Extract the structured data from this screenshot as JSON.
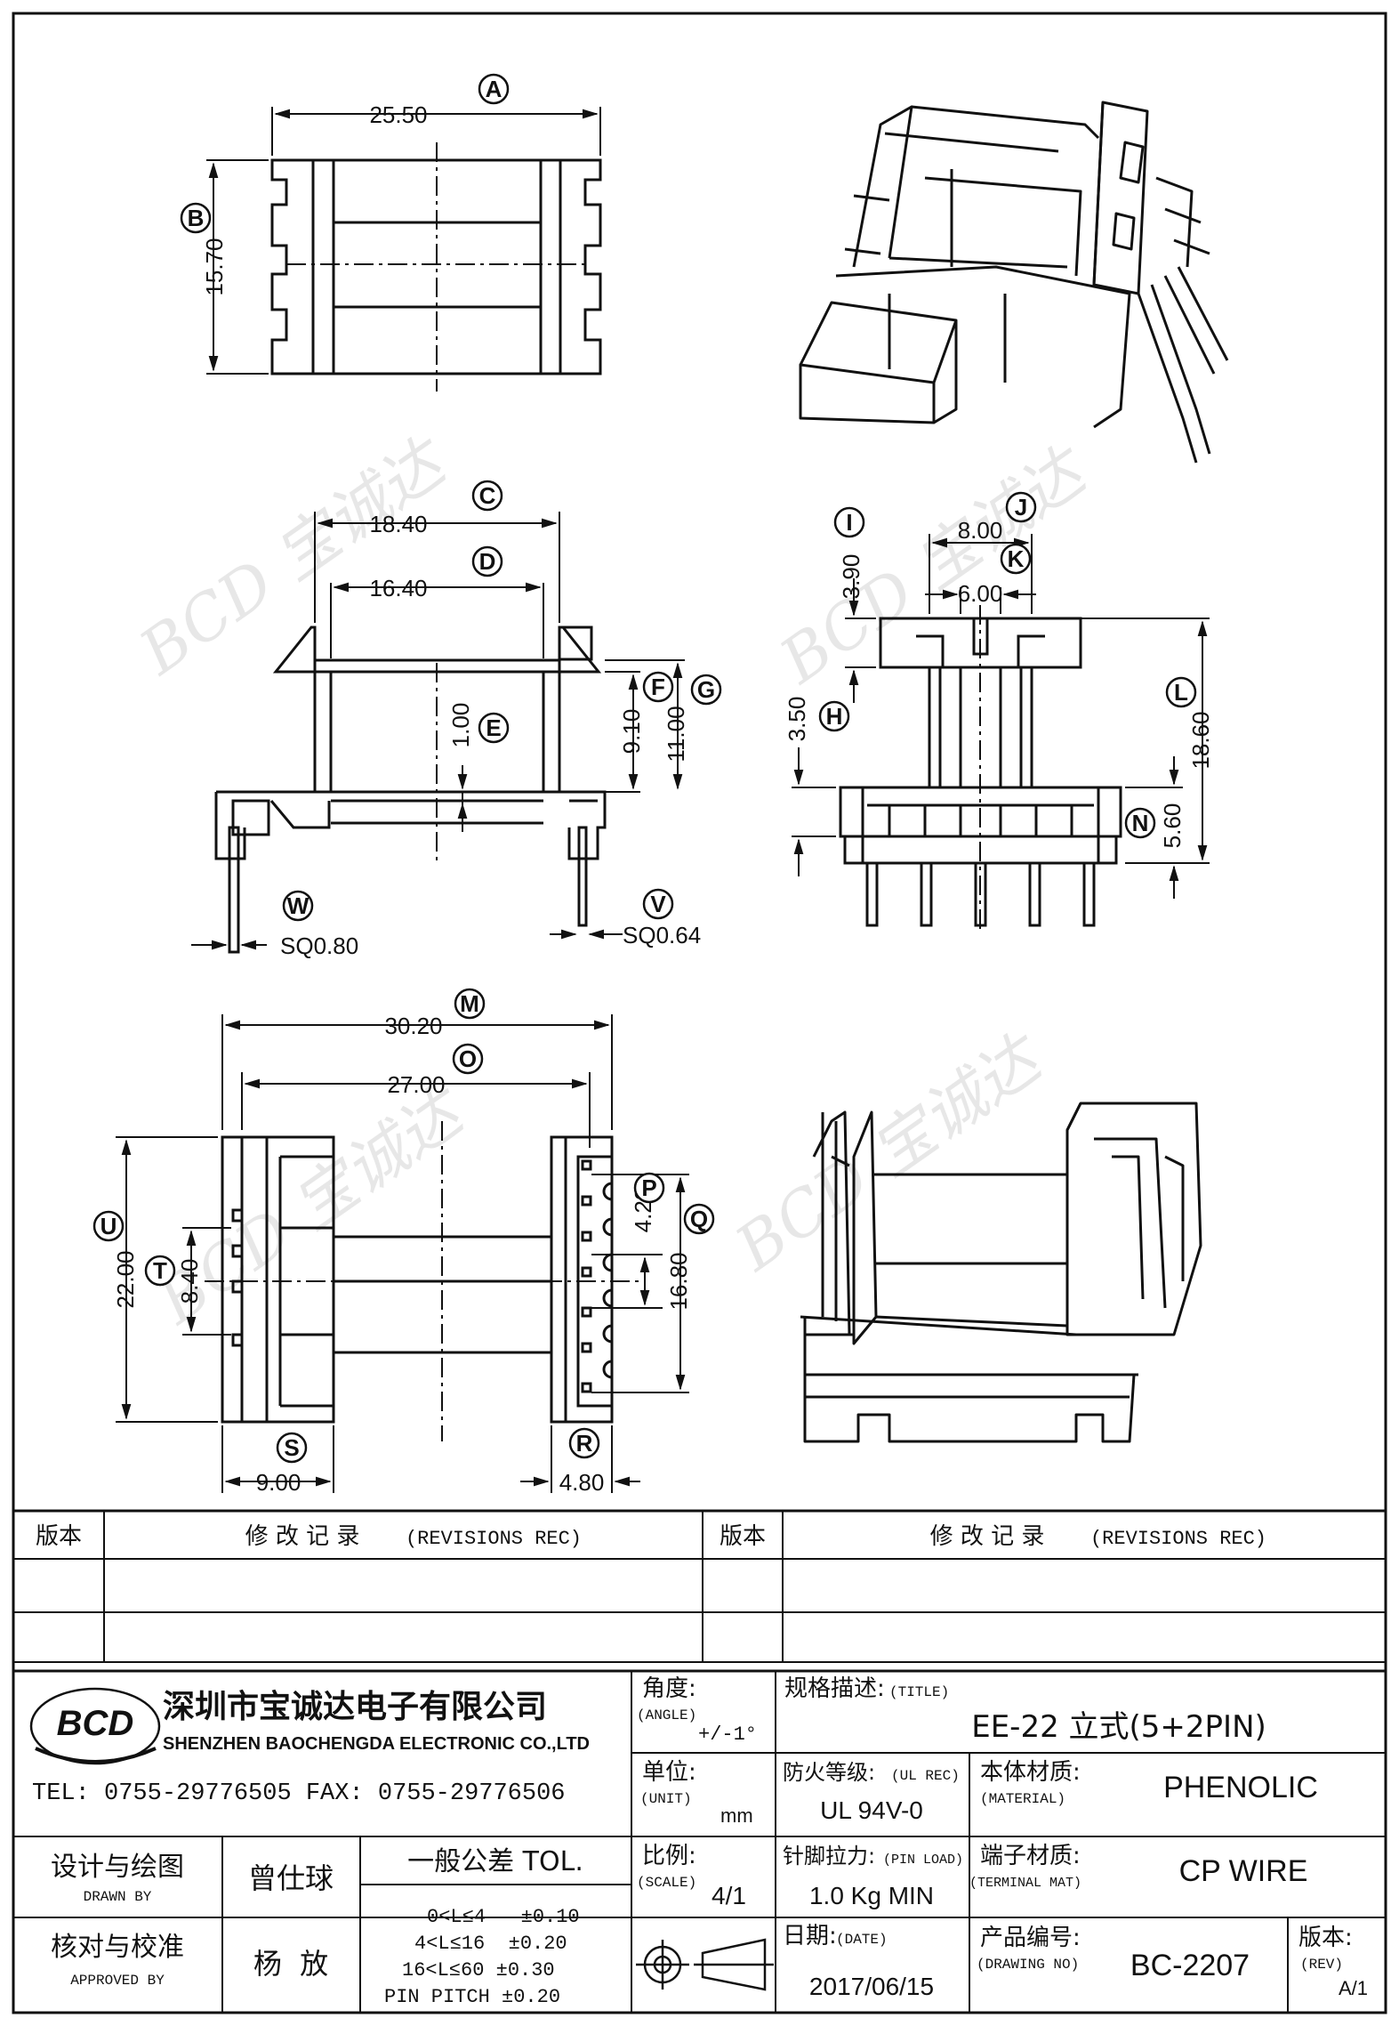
{
  "dims": {
    "A": "25.50",
    "B": "15.70",
    "C": "18.40",
    "D": "16.40",
    "E": "1.00",
    "F": "9.10",
    "G": "11.00",
    "H": "3.50",
    "I": "3.90",
    "J": "8.00",
    "K": "6.00",
    "L": "18.60",
    "M": "30.20",
    "N": "5.60",
    "O": "27.00",
    "P": "4.20",
    "Q": "16.80",
    "R": "4.80",
    "S": "9.00",
    "T": "8.40",
    "U": "22.00",
    "V": "SQ0.64",
    "W": "SQ0.80"
  },
  "letters": [
    "A",
    "B",
    "C",
    "D",
    "E",
    "F",
    "G",
    "H",
    "I",
    "J",
    "K",
    "L",
    "M",
    "N",
    "O",
    "P",
    "Q",
    "R",
    "S",
    "T",
    "U",
    "V",
    "W"
  ],
  "watermark": "BCD 宝诚达",
  "revisions": {
    "version_label": "版本",
    "record_label": "修 改 记 录",
    "record_en": "(REVISIONS REC)"
  },
  "company": {
    "logo": "BCD",
    "name_cn": "深圳市宝诚达电子有限公司",
    "name_en": "SHENZHEN BAOCHENGDA ELECTRONIC CO.,LTD",
    "contact": "TEL: 0755-29776505  FAX: 0755-29776506"
  },
  "title_block": {
    "angle_label": "角度:",
    "angle_en": "(ANGLE)",
    "angle_value": "+/-1°",
    "title_label": "规格描述:",
    "title_en": "(TITLE)",
    "title_value": "EE-22 立式(5+2PIN)",
    "unit_label": "单位:",
    "unit_en": "(UNIT)",
    "unit_value": "mm",
    "fire_label": "防火等级:",
    "fire_en": "(UL REC)",
    "fire_value": "UL 94V-0",
    "material_label": "本体材质:",
    "material_en": "(MATERIAL)",
    "material_value": "PHENOLIC",
    "drawn_label": "设计与绘图",
    "drawn_en": "DRAWN BY",
    "drawn_value": "曾仕球",
    "tol_title": "一般公差 TOL.",
    "tol_rows": [
      "0<L≤4   ±0.10",
      "4<L≤16  ±0.20",
      "16<L≤60 ±0.30",
      "PIN PITCH ±0.20"
    ],
    "scale_label": "比例:",
    "scale_en": "(SCALE)",
    "scale_value": "4/1",
    "pin_label": "针脚拉力:",
    "pin_en": "(PIN LOAD)",
    "pin_value": "1.0 Kg MIN",
    "terminal_label": "端子材质:",
    "terminal_en": "(TERMINAL MAT)",
    "terminal_value": "CP WIRE",
    "approved_label": "核对与校准",
    "approved_en": "APPROVED BY",
    "approved_value": "杨  放",
    "date_label": "日期:",
    "date_en": "(DATE)",
    "date_value": "2017/06/15",
    "drawing_label": "产品编号:",
    "drawing_en": "(DRAWING NO)",
    "drawing_value": "BC-2207",
    "rev_label": "版本:",
    "rev_en": "(REV)",
    "rev_value": "A/1"
  }
}
